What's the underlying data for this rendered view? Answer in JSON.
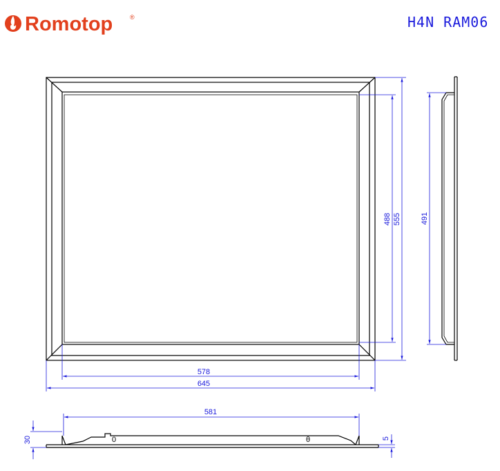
{
  "brand": {
    "name": "Romotop",
    "registered_mark": "®",
    "color": "#e2401d"
  },
  "product_code": "H4N RAM06",
  "colors": {
    "outline": "#000000",
    "dimension": "#1a1adc"
  },
  "dimensions": {
    "inner_width": "578",
    "outer_width": "645",
    "inner_height": "488",
    "outer_height": "555",
    "side_height": "491",
    "bottom_width": "581",
    "bottom_height": "30",
    "bottom_thickness": "5"
  },
  "bottom_view_marks": {
    "left_mark": "0",
    "right_mark": "θ"
  }
}
